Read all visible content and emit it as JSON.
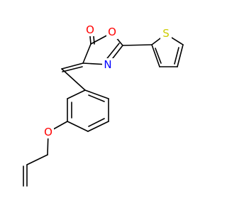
{
  "molecule": {
    "atoms": [
      {
        "id": "O_carbonyl",
        "symbol": "O",
        "color": "#ff0000"
      },
      {
        "id": "O_ring",
        "symbol": "O",
        "color": "#ff0000"
      },
      {
        "id": "N_ring",
        "symbol": "N",
        "color": "#0000ff"
      },
      {
        "id": "S_thiophene",
        "symbol": "S",
        "color": "#cccc00"
      },
      {
        "id": "O_ether",
        "symbol": "O",
        "color": "#ff0000"
      }
    ],
    "bond_color": "#000000"
  }
}
